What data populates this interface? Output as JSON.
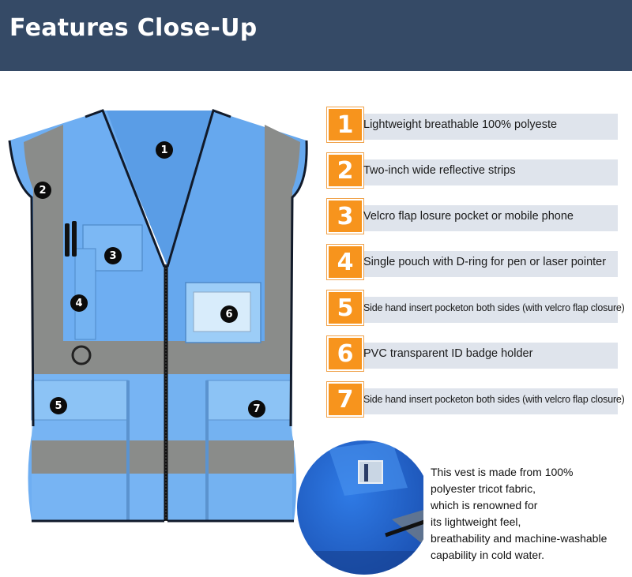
{
  "header": {
    "title": "Features Close-Up"
  },
  "colors": {
    "header_bg": "#354a66",
    "vest_blue": "#5aa0e6",
    "reflective_grey": "#8a8c8a",
    "badge_orange": "#f7941d",
    "bar_grey": "#dfe4ec"
  },
  "vest_markers": [
    "1",
    "2",
    "3",
    "4",
    "5",
    "6",
    "7"
  ],
  "features": [
    {
      "num": "1",
      "text": "Lightweight breathable 100% polyeste"
    },
    {
      "num": "2",
      "text": "Two-inch wide reflective strips"
    },
    {
      "num": "3",
      "text": "Velcro flap losure pocket or mobile phone"
    },
    {
      "num": "4",
      "text": "Single pouch with D-ring for pen or laser pointer"
    },
    {
      "num": "5",
      "text": "Side hand insert pocketon both sides (with velcro flap closure)"
    },
    {
      "num": "6",
      "text": "PVC transparent ID badge holder"
    },
    {
      "num": "7",
      "text": "Side hand insert pocketon both sides (with velcro flap closure)"
    }
  ],
  "description": {
    "lines": [
      "This vest is made from 100%",
      "polyester tricot fabric,",
      "which is renowned for",
      "its lightweight feel,",
      "breathability and machine-washable",
      "capability in cold water."
    ]
  }
}
